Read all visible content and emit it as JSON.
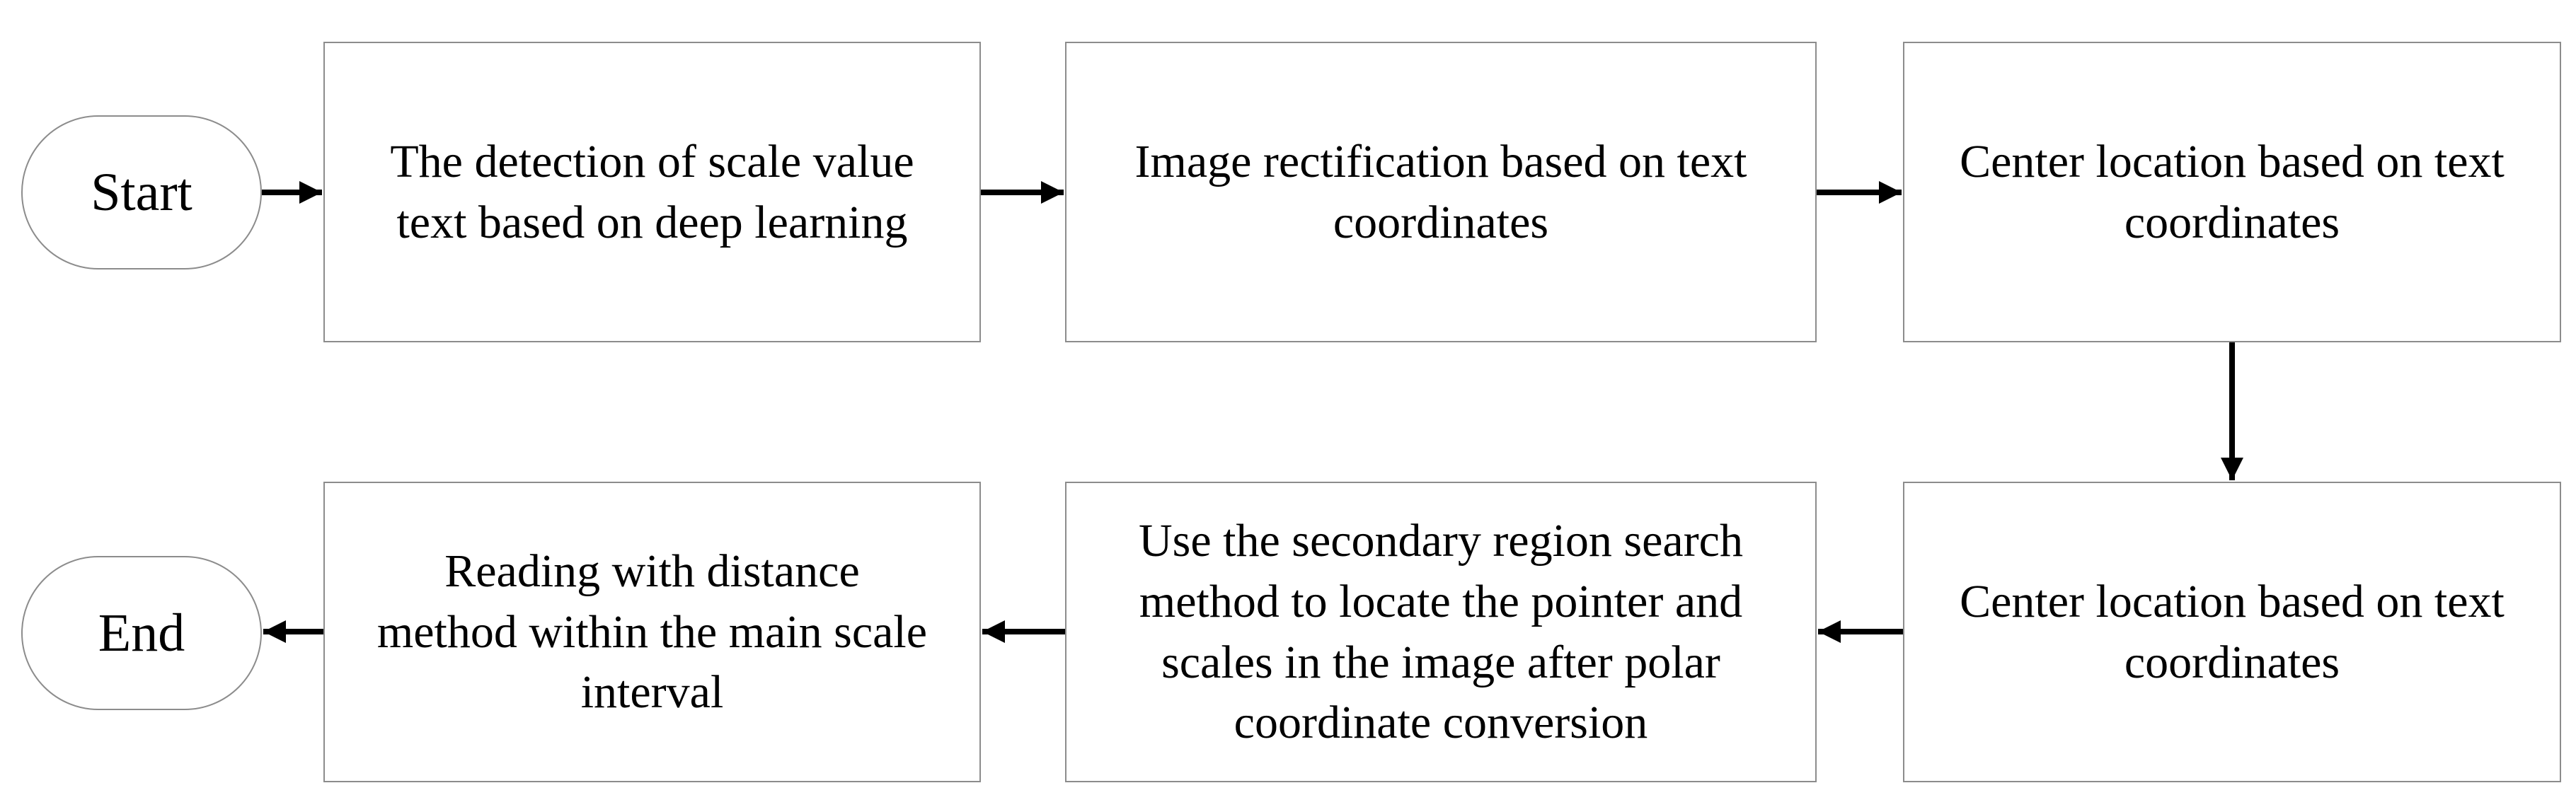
{
  "flowchart": {
    "start": "Start",
    "end": "End",
    "steps": [
      "The detection of scale value\ntext  based on deep learning",
      "Image rectification based on text\ncoordinates",
      "Center location based on text\ncoordinates",
      "Center location based on text\ncoordinates",
      "Use the secondary region search\nmethod to locate the pointer and\nscales  in the image after polar\ncoordinate conversion",
      "Reading with distance\nmethod within the main scale\ninterval"
    ]
  },
  "colors": {
    "box_border": "#8c8c8c",
    "arrow": "#000000",
    "text": "#000000"
  }
}
